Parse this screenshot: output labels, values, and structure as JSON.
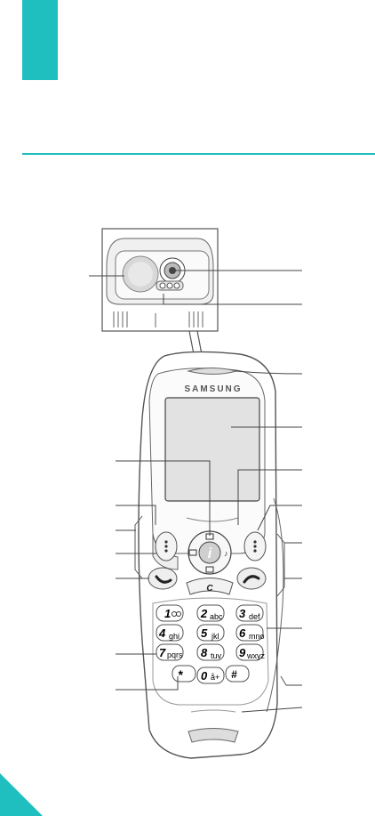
{
  "phone": {
    "brand": "SAMSUNG",
    "keys": {
      "k1": "1",
      "k1s": "",
      "k2": "2",
      "k2s": "abc",
      "k3": "3",
      "k3s": "def",
      "k4": "4",
      "k4s": "ghi",
      "k5": "5",
      "k5s": "jkl",
      "k6": "6",
      "k6s": "mno",
      "k7": "7",
      "k7s": "pqrs",
      "k8": "8",
      "k8s": "tuv",
      "k9": "9",
      "k9s": "wxyz",
      "k0": "0",
      "k0s": "å+",
      "star": "*",
      "hash": "#",
      "c": "C",
      "i": "i"
    }
  },
  "colors": {
    "accent": "#1fbfbf",
    "line": "#444444"
  }
}
